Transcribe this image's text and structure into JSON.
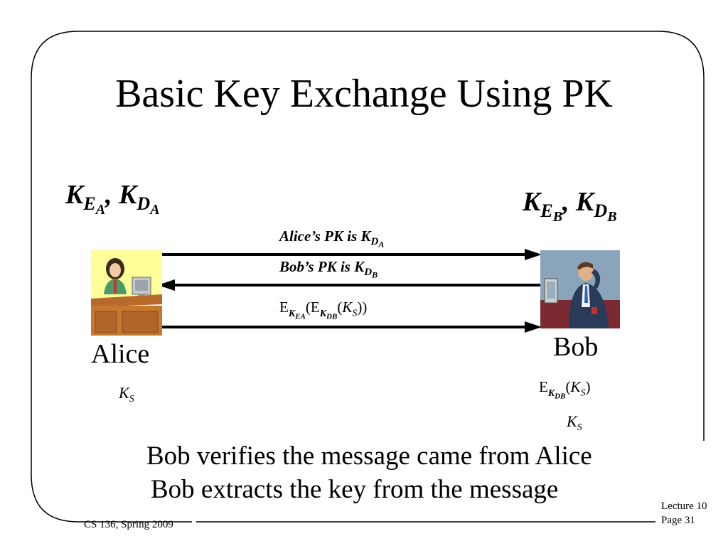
{
  "slide": {
    "title": "Basic Key Exchange Using PK"
  },
  "keys": {
    "alice_letter": "K",
    "alice_e_sub": "E",
    "alice_e_subsub": "A",
    "alice_sep": ", ",
    "alice_d_letter": "K",
    "alice_d_sub": "D",
    "alice_d_subsub": "A",
    "bob_letter": "K",
    "bob_e_sub": "E",
    "bob_e_subsub": "B",
    "bob_sep": ", ",
    "bob_d_letter": "K",
    "bob_d_sub": "D",
    "bob_d_subsub": "B"
  },
  "messages": {
    "m1_text": "Alice’s PK is K",
    "m1_sub": "D",
    "m1_subsub": "A",
    "m2_text": "Bob’s PK is K",
    "m2_sub": "D",
    "m2_subsub": "B",
    "m3_e_outer": "E",
    "m3_k_outer": "K",
    "m3_k_outer_sub": "EA",
    "m3_open": "(E",
    "m3_k_inner": "K",
    "m3_k_inner_sub": "DB",
    "m3_paren": "(",
    "m3_ks": "K",
    "m3_ks_sub": "S",
    "m3_close": "))"
  },
  "parties": {
    "alice_name": "Alice",
    "alice_ks": "K",
    "alice_ks_sub": "S",
    "bob_name": "Bob",
    "bob_e": "E",
    "bob_k": "K",
    "bob_k_sub": "DB",
    "bob_paren": "(",
    "bob_ks_in": "K",
    "bob_ks_in_sub": "S",
    "bob_close": ")",
    "bob_ks": "K",
    "bob_ks_sub": "S"
  },
  "bullets": [
    "Bob verifies the message came from Alice",
    "Bob extracts the key from the message"
  ],
  "footer": {
    "course": "CS 136, Spring 2009",
    "lecture": "Lecture 10",
    "page": "Page 31"
  }
}
